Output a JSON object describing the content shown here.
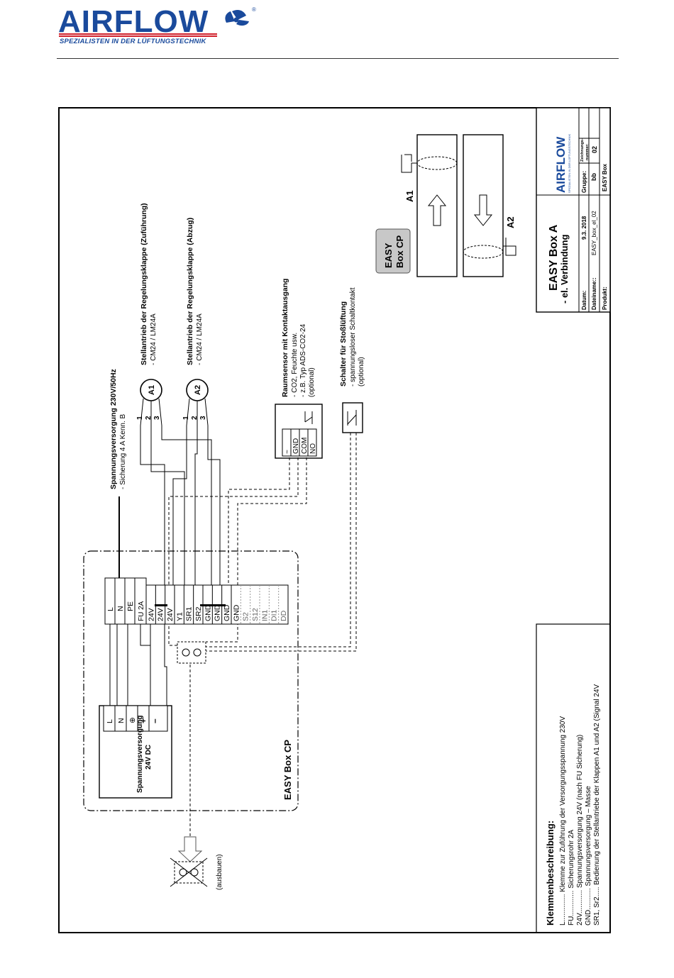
{
  "header": {
    "brand": "AIRFLOW",
    "registered": "®",
    "tagline": "SPEZIALISTEN IN DER LÜFTUNGSTECHNIK"
  },
  "power": {
    "title": "Spannungsversorgung 230V/50Hz",
    "sub": "- Sicherung 4 A Kenn. B"
  },
  "actuator_a1": {
    "title": "Stellantrieb der Regelungsklappe (Zuführung)",
    "sub": "- CM24 / LM24A",
    "label": "A1",
    "pins": [
      "1",
      "2",
      "3"
    ]
  },
  "actuator_a2": {
    "title": "Stellantrieb der Regelungsklappe (Abzug)",
    "sub": "- CM24 / LM24A",
    "label": "A2",
    "pins": [
      "1",
      "2",
      "3"
    ]
  },
  "sensor": {
    "title": "Raumsensor mit Kontaktausgang",
    "lines": [
      "- CO2, Feuchte usw.",
      "- z.B. Typ ADS-CO2-24",
      "(optional)"
    ],
    "terminals": [
      "~",
      "GND",
      "COM",
      "NO"
    ]
  },
  "switch": {
    "title": "Schalter für Stoßlüftung",
    "lines": [
      "- spannungsloser Schaltkontakt",
      "(optional)"
    ]
  },
  "terminal_block": {
    "top": [
      "L",
      "N",
      "PE"
    ],
    "fuse": "FU 2A",
    "rows": [
      "24V",
      "24V",
      "24V",
      "Y1",
      "SR1",
      "SR2",
      "GND",
      "GND",
      "GND",
      "GND",
      "S2",
      "S12",
      "IN1",
      "DI1",
      "DD"
    ]
  },
  "psu": {
    "terminals": [
      "L",
      "N",
      "⊕",
      "+",
      "–"
    ],
    "title": "Spannungsversorgung",
    "sub": "24V DC"
  },
  "box": {
    "label": "EASY Box CP"
  },
  "remove_note": "(ausbauen)",
  "legend": {
    "title": "Klemmenbeschreibung:",
    "lines": [
      "L.............. Klemme zur Zuführung der Versorgungsspannung 230V",
      "FU............. Sicherungsrohr 2A",
      "24V............ Spannungsversorgung 24V (nach FU Sicherung)",
      "GND........... Spannungsversorgung – Masse",
      "SR1, Sr2..... Bedienung der Stellantriebe der Klappen A1 und A2 (Signal 24V"
    ]
  },
  "duct": {
    "unit_label": "EASY\nBox CP",
    "unit_line1": "EASY",
    "unit_line2": "Box CP",
    "a1": "A1",
    "a2": "A2"
  },
  "title_block": {
    "brand": "AIRFLOW",
    "tagline": "SPEZIALISTEN IN DER LÜFTUNGSTECHNIK",
    "title": "EASY Box A",
    "subtitle": "- el. Verbindung",
    "datum_label": "Datum:",
    "datum_value": "9.3. 2018",
    "gruppe_label": "Gruppe:",
    "gruppe_value": "bb",
    "zeichnung_label": "Zeichnungs-\nnummer:",
    "zeichnung_label1": "Zeichnungs-",
    "zeichnung_label2": "nummer:",
    "zeichnung_value": "02",
    "dateiname_label": "Dateiname::",
    "dateiname_value": "EASY_box_el_02",
    "produkt_label": "Produkt:",
    "produkt_value": "EASY Box"
  },
  "colors": {
    "brand_blue": "#1a4a9c",
    "brand_red": "#d01f2a",
    "unit_grey": "#c8c8c8"
  }
}
